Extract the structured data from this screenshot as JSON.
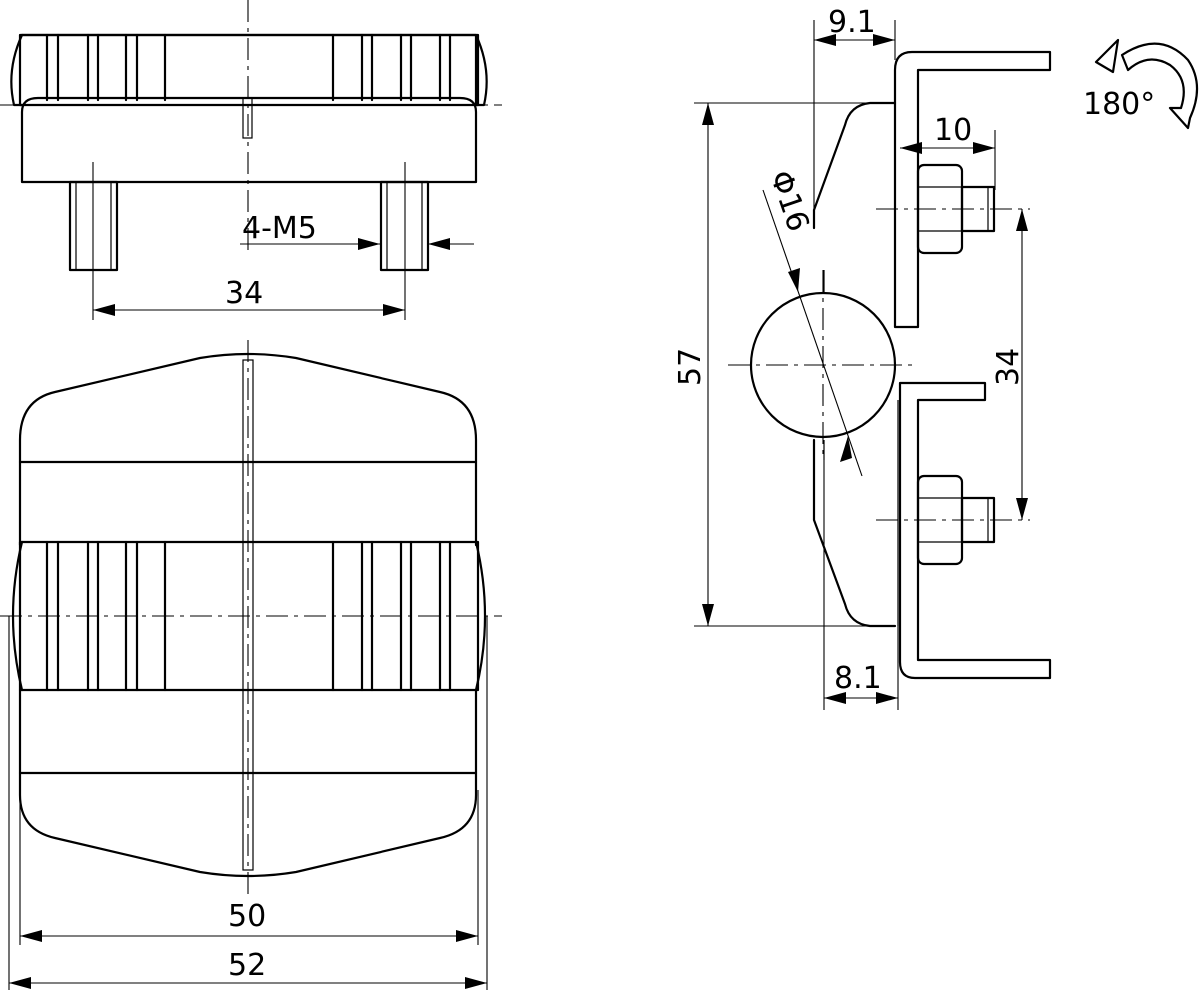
{
  "drawing": {
    "dimensions": {
      "width_inner": "50",
      "width_outer": "52",
      "bolt_spacing_top": "34",
      "thread": "4-M5",
      "offset_top": "9.1",
      "offset_bottom": "8.1",
      "bolt_length": "10",
      "height_total": "57",
      "bolt_spacing_side": "34",
      "pin_diameter": "Φ16"
    },
    "rotation_label": "180°"
  }
}
